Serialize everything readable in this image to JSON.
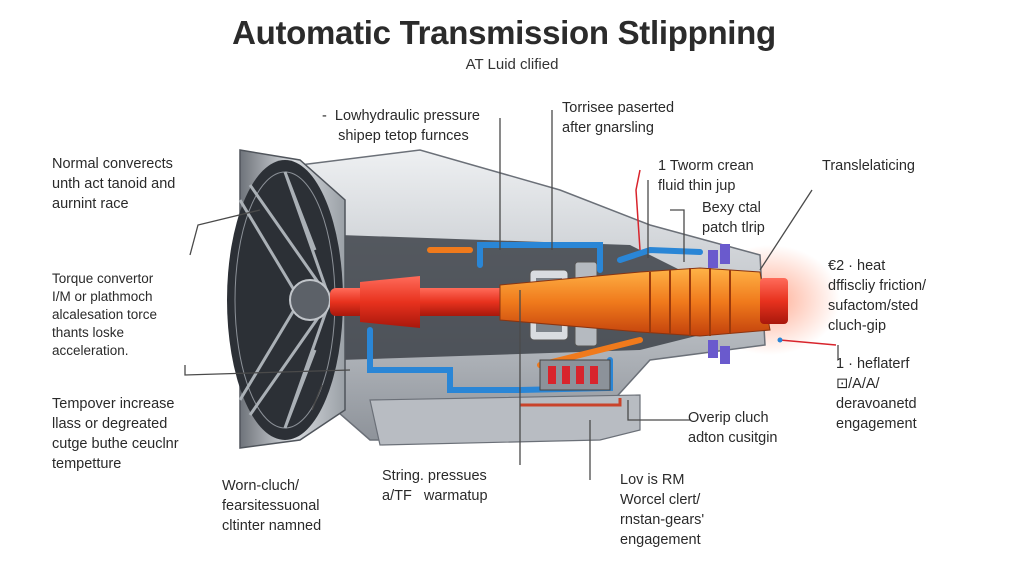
{
  "title": "Automatic Transmission Stlippning",
  "subtitle": "AT Luid clified",
  "labels": {
    "normal_converter": "Normal converects\nunth act tanoid and\naurnint race",
    "low_hydraulic": "-  Lowhydraulic pressure\n    shipep tetop furnces",
    "torrise": "Torrisee paserted\nafter gnarsling",
    "worm_crean": "1 Tworm crean\nfluid thin jup",
    "translating": "Translelaticing",
    "bexy_ctal": "Bexy ctal\npatch tlrip",
    "torque_converter": "Torque convertor\nI/M or plathmoch\nalcalesation torce\nthants loske\nacceleration.",
    "heat": "€2 · heat\ndffiscliy friction/\nsufactom/sted\ncluch-gip",
    "temp_increase": "Tempover increase\nllass or degreated\ncutge buthe ceuclnr\ntempetture",
    "heflaterf": "1 · heflaterf\n⊡/A/A/\nderavoanetd\nengagement",
    "overip_cluch": "Overip cluch\nadton cusitgin",
    "worn_clutch": "Worn-cluch/\nfearsitessuonal\ncltinter namned",
    "string_pressures": "String. pressues\na/TF   warmatup",
    "lov_rm": "Lov is RM\nWorcel clert/\nrnstan-gears'\nengagement"
  },
  "colors": {
    "hydraulic_line": "#2a86d6",
    "hot_shaft": "#e8321e",
    "hot_section": "#f07a1c",
    "callout_line": "#4a4a4a",
    "heat_marker": "#d8242c",
    "housing": "#c9ccd0"
  },
  "icons": [
    "torque-converter-fins",
    "planetary-gearset",
    "valve-body",
    "output-flange"
  ]
}
